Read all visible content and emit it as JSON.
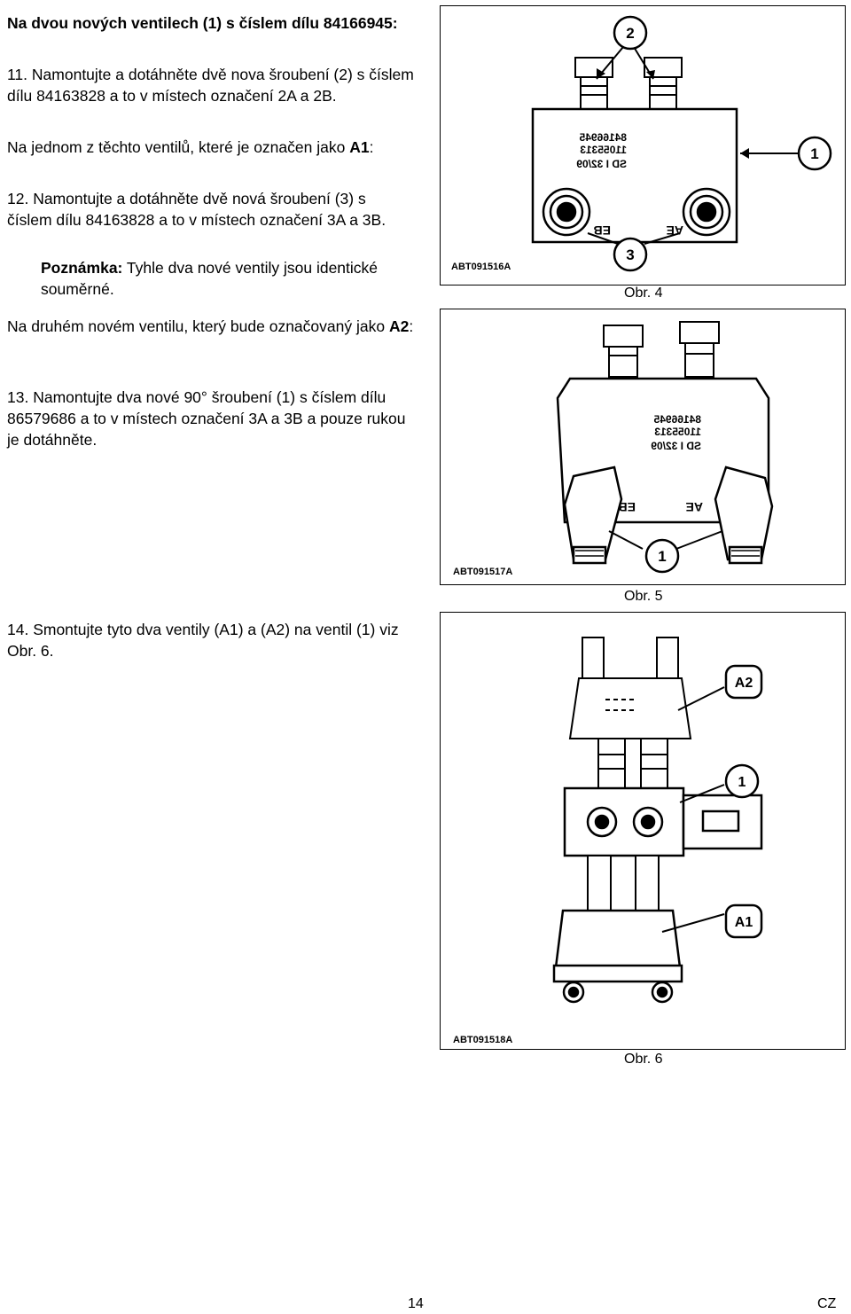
{
  "intro": {
    "heading": "Na dvou nových ventilech (1) s číslem dílu 84166945:"
  },
  "step11": {
    "num": "11.",
    "text": "Namontujte a dotáhněte dvě nova šroubení (2) s číslem dílu 84163828 a to v místech označení 2A a 2B."
  },
  "a1_intro": {
    "pre": "Na jednom z těchto ventilů, které je označen jako ",
    "label": "A1",
    "post": ":"
  },
  "step12": {
    "num": "12.",
    "text": "Namontujte a dotáhněte dvě nová šroubení (3) s číslem dílu 84163828 a to v místech označení 3A a 3B."
  },
  "note": {
    "label": "Poznámka:",
    "text": " Tyhle dva nové ventily jsou identické souměrné."
  },
  "a2_intro": {
    "pre": "Na druhém novém ventilu, který bude označovaný jako ",
    "label": "A2",
    "post": ":"
  },
  "step13": {
    "num": "13.",
    "text": "Namontujte dva nové 90° šroubení (1) s číslem dílu 86579686 a to v místech označení 3A a 3B a pouze rukou je dotáhněte."
  },
  "step14": {
    "num": "14.",
    "text": "Smontujte tyto dva ventily (A1) a (A2) na ventil (1) viz Obr. 6."
  },
  "figures": {
    "fig4": {
      "code": "ABT091516A",
      "caption": "Obr. 4",
      "callouts": [
        "2",
        "1",
        "3"
      ],
      "stamp": [
        "84166945",
        "11055313",
        "SD I 32/09"
      ],
      "ports": [
        "EB",
        "AE"
      ]
    },
    "fig5": {
      "code": "ABT091517A",
      "caption": "Obr. 5",
      "callouts": [
        "1"
      ],
      "stamp": [
        "84166945",
        "11055313",
        "SD I 32/09"
      ],
      "ports": [
        "EB",
        "AE"
      ]
    },
    "fig6": {
      "code": "ABT091518A",
      "caption": "Obr. 6",
      "callouts": [
        "A2",
        "1",
        "A1"
      ]
    }
  },
  "footer": {
    "page": "14",
    "lang": "CZ"
  }
}
